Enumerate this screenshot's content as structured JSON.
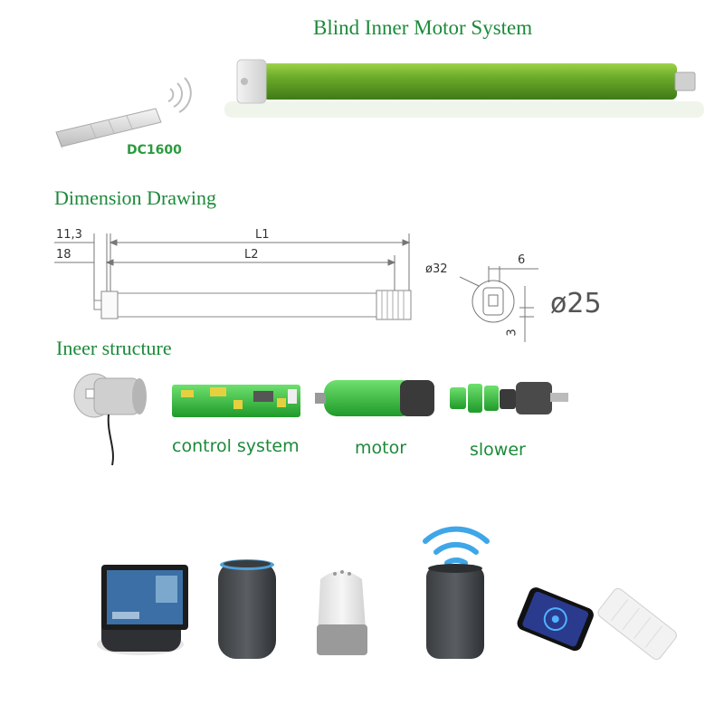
{
  "header": {
    "title": "Blind Inner Motor System"
  },
  "remote": {
    "model_label": "DC1600"
  },
  "dimension": {
    "title": "Dimension Drawing",
    "labels": {
      "a": "11,3",
      "b": "18",
      "l1": "L1",
      "l2": "L2",
      "head_dia": "ø32",
      "head_w": "6",
      "head_h": "3",
      "tube_dia": "ø25"
    }
  },
  "structure": {
    "title": "Ineer structure",
    "parts": [
      {
        "label": "control system"
      },
      {
        "label": "motor"
      },
      {
        "label": "slower"
      }
    ]
  },
  "colors": {
    "accent": "#1c8a3a",
    "tube_green": "#6fae2c",
    "part_green": "#3cc83c"
  },
  "devices": [
    "smart-display-icon",
    "smart-speaker-dark-icon",
    "smart-speaker-white-icon",
    "wifi-speaker-icon",
    "smartphone-icon",
    "remote-control-icon"
  ]
}
